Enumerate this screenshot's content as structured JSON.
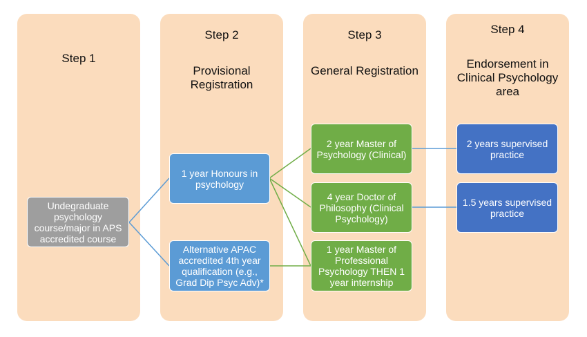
{
  "columns": [
    {
      "step": "Step 1",
      "title": ""
    },
    {
      "step": "Step 2",
      "title": "Provisional Registration"
    },
    {
      "step": "Step 3",
      "title": "General Registration"
    },
    {
      "step": "Step 4",
      "title": "Endorsement in Clinical Psychology area"
    }
  ],
  "boxes": {
    "undergraduate": "Undegraduate psychology course/major in APS accredited course",
    "honours": "1 year Honours in psychology",
    "alternative": "Alternative APAC accredited 4th year qualification (e.g., Grad Dip Psyc Adv)*",
    "master_clinical": "2 year Master of Psychology (Clinical)",
    "doctor_philosophy": "4 year Doctor of Philosophy (Clinical Psychology)",
    "master_professional": "1 year Master of Professional Psychology THEN 1 year internship",
    "supervised_2": "2 years supervised practice",
    "supervised_15": "1.5 years supervised practice"
  },
  "colors": {
    "column_bg": "#fbdcbd",
    "grey_box": "#9e9e9e",
    "blue_box": "#5b9bd5",
    "green_box": "#70ad47",
    "dark_blue_box": "#4472c4",
    "blue_line": "#5b9bd5",
    "green_line": "#70ad47"
  }
}
